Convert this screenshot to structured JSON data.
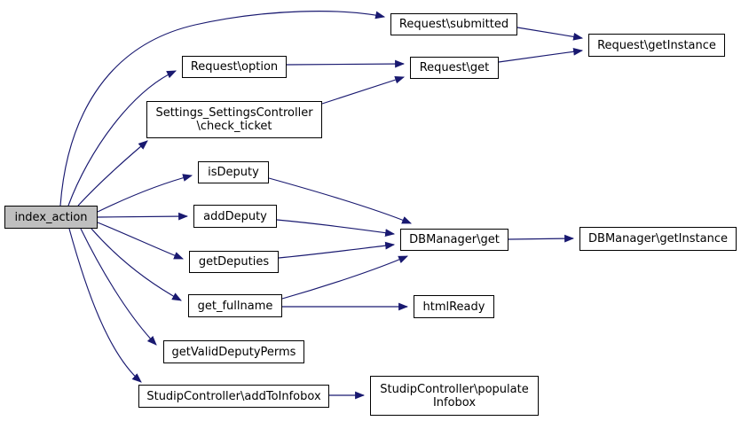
{
  "diagram": {
    "kind": "call-graph",
    "colors": {
      "edge": "#191970",
      "node_fill": "#ffffff",
      "node_border": "#000000",
      "highlight_node_fill": "#bfbfbf",
      "background": "#ffffff"
    },
    "nodes": [
      {
        "id": "index_action",
        "label": "index_action",
        "highlighted": true
      },
      {
        "id": "request_submitted",
        "label": "Request\\submitted"
      },
      {
        "id": "request_getinstance",
        "label": "Request\\getInstance"
      },
      {
        "id": "request_option",
        "label": "Request\\option"
      },
      {
        "id": "request_get",
        "label": "Request\\get"
      },
      {
        "id": "settings_check_ticket",
        "label_line1": "Settings_SettingsController",
        "label_line2": "\\check_ticket"
      },
      {
        "id": "isdeputy",
        "label": "isDeputy"
      },
      {
        "id": "adddeputy",
        "label": "addDeputy"
      },
      {
        "id": "getdeputies",
        "label": "getDeputies"
      },
      {
        "id": "dbmanager_get",
        "label": "DBManager\\get"
      },
      {
        "id": "dbmanager_getinstance",
        "label": "DBManager\\getInstance"
      },
      {
        "id": "get_fullname",
        "label": "get_fullname"
      },
      {
        "id": "htmlready",
        "label": "htmlReady"
      },
      {
        "id": "getvaliddeputyperms",
        "label": "getValidDeputyPerms"
      },
      {
        "id": "studip_addtoinfobox",
        "label": "StudipController\\addToInfobox"
      },
      {
        "id": "studip_populateinfobox",
        "label_line1": "StudipController\\populate",
        "label_line2": "Infobox"
      }
    ],
    "edges": [
      {
        "from": "index_action",
        "to": "Request\\submitted"
      },
      {
        "from": "index_action",
        "to": "Request\\option"
      },
      {
        "from": "index_action",
        "to": "Settings_SettingsController\\check_ticket"
      },
      {
        "from": "index_action",
        "to": "isDeputy"
      },
      {
        "from": "index_action",
        "to": "addDeputy"
      },
      {
        "from": "index_action",
        "to": "getDeputies"
      },
      {
        "from": "index_action",
        "to": "get_fullname"
      },
      {
        "from": "index_action",
        "to": "getValidDeputyPerms"
      },
      {
        "from": "index_action",
        "to": "StudipController\\addToInfobox"
      },
      {
        "from": "Request\\submitted",
        "to": "Request\\getInstance"
      },
      {
        "from": "Request\\option",
        "to": "Request\\get"
      },
      {
        "from": "Settings_SettingsController\\check_ticket",
        "to": "Request\\get"
      },
      {
        "from": "Request\\get",
        "to": "Request\\getInstance"
      },
      {
        "from": "isDeputy",
        "to": "DBManager\\get"
      },
      {
        "from": "addDeputy",
        "to": "DBManager\\get"
      },
      {
        "from": "getDeputies",
        "to": "DBManager\\get"
      },
      {
        "from": "get_fullname",
        "to": "DBManager\\get"
      },
      {
        "from": "get_fullname",
        "to": "htmlReady"
      },
      {
        "from": "DBManager\\get",
        "to": "DBManager\\getInstance"
      },
      {
        "from": "StudipController\\addToInfobox",
        "to": "StudipController\\populateInfobox"
      }
    ]
  }
}
